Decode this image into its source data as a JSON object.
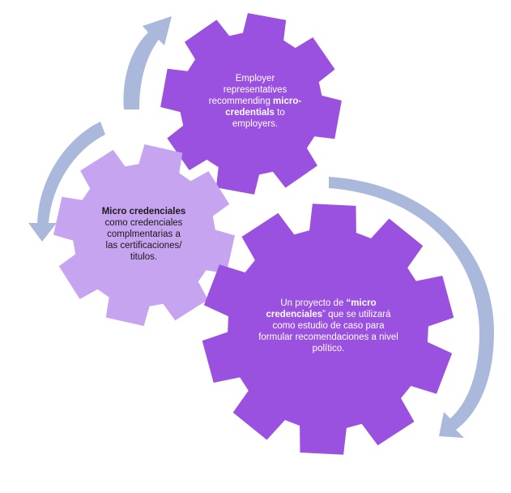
{
  "colors": {
    "gear_dark": "#9b51e0",
    "gear_light": "#c7a4f0",
    "arrow": "#aab8dc"
  },
  "gears": {
    "top": {
      "line1": "Employer",
      "line2": "representatives",
      "line3_pre": "recommending ",
      "line3_bold": "micro-",
      "line4_bold": "credentials",
      "line4_post": " to",
      "line5": "employers."
    },
    "left": {
      "line1_bold": "Micro credenciales",
      "line2": "como credenciales",
      "line3": "complmentarias a",
      "line4": "las certificaciones/",
      "line5": "titulos."
    },
    "big": {
      "line1_pre": "Un proyecto de ",
      "line1_bold": "“micro",
      "line2_bold": "credenciales",
      "line2_post": "” que se utilizará",
      "line3": "como estudio de caso para",
      "line4": "formular recomendaciones a nivel",
      "line5": "político."
    }
  },
  "icons": {
    "arrows": [
      "cycle-arrow-top-icon",
      "cycle-arrow-left-icon",
      "cycle-arrow-right-icon"
    ]
  }
}
